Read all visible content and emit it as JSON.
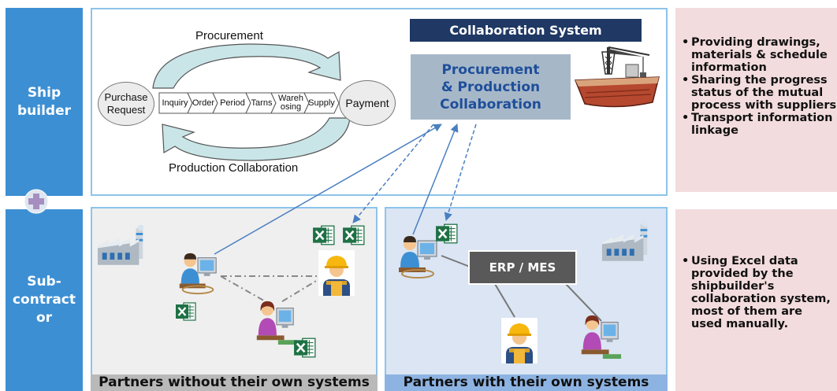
{
  "sidebar": {
    "top_label": "Ship\nbuilder",
    "bottom_label": "Sub-\ncontract\nor"
  },
  "top_panel": {
    "cycle_top_label": "Procurement",
    "cycle_bottom_label": "Production Collaboration",
    "purchase_request": "Purchase\nRequest",
    "payment": "Payment",
    "steps": [
      "Inquiry",
      "Order",
      "Period",
      "Tarns",
      "Wareh\nosing",
      "Supply"
    ],
    "system_title": "Collaboration System",
    "system_box": "Procurement\n& Production\nCollaboration"
  },
  "notes": {
    "top": [
      "Providing drawings, materials & schedule information",
      "Sharing the progress status of the mutual process with suppliers",
      "Transport information linkage"
    ],
    "bottom": [
      "Using Excel data provided by the shipbuilder's collaboration system, most of them are used manually."
    ]
  },
  "partners": {
    "left_caption": "Partners without their own systems",
    "right_caption": "Partners with their own systems",
    "erp_label": "ERP / MES"
  },
  "icons": {
    "excel": "excel-icon",
    "factory": "factory-icon",
    "ship": "ship-crane-icon",
    "worker": "worker-icon",
    "office_worker": "office-worker-icon",
    "plus": "plus-icon"
  },
  "colors": {
    "sidebar": "#3d8fd3",
    "system_title_bg": "#1f3864",
    "system_box_bg": "#a6b8c8",
    "system_box_text": "#1f4e9a",
    "note_bg": "#f3dcdd",
    "left_panel_bg": "#efefef",
    "right_panel_bg": "#dbe5f3",
    "excel_green": "#1e7145"
  }
}
